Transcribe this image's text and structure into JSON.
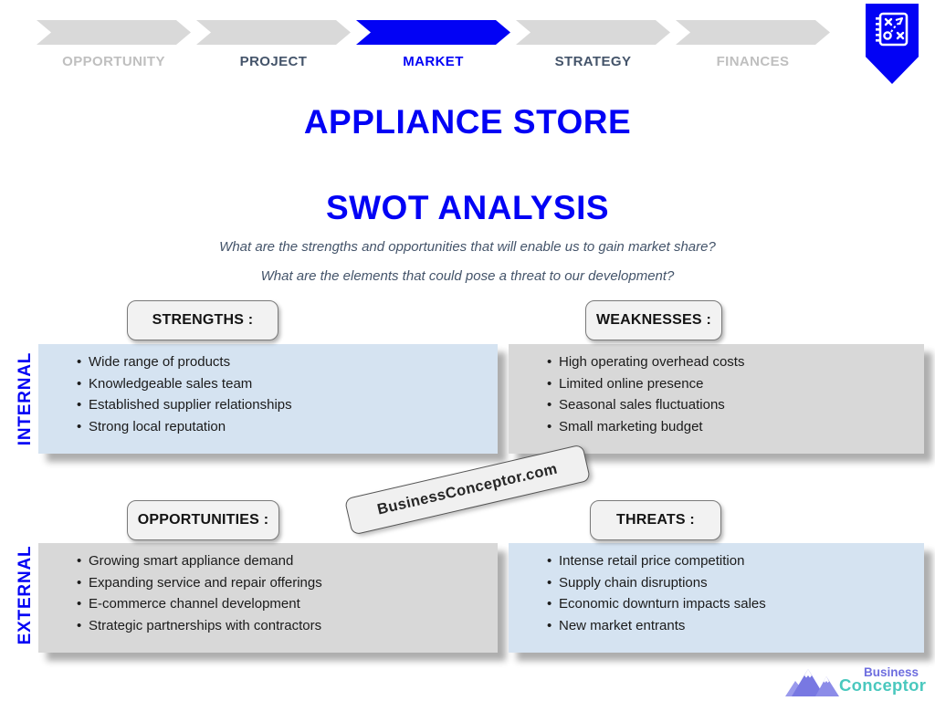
{
  "nav": {
    "steps": [
      {
        "label": "OPPORTUNITY",
        "tone": "muted",
        "chevron": "gray"
      },
      {
        "label": "PROJECT",
        "tone": "strong",
        "chevron": "gray"
      },
      {
        "label": "MARKET",
        "tone": "active",
        "chevron": "blue"
      },
      {
        "label": "STRATEGY",
        "tone": "strong",
        "chevron": "gray"
      },
      {
        "label": "FINANCES",
        "tone": "muted",
        "chevron": "gray"
      }
    ]
  },
  "badge": {
    "icon": "strategy-tactics-icon"
  },
  "header": {
    "title": "APPLIANCE STORE",
    "subtitle": "SWOT ANALYSIS",
    "questions": [
      "What are the strengths and opportunities that will enable us to gain market share?",
      "What are the elements that could pose a threat to our development?"
    ]
  },
  "axes": {
    "internal": "INTERNAL",
    "external": "EXTERNAL"
  },
  "quadrants": {
    "strengths": {
      "label": "STRENGTHS :",
      "items": [
        "Wide range of products",
        "Knowledgeable sales team",
        "Established supplier relationships",
        "Strong local reputation"
      ]
    },
    "weaknesses": {
      "label": "WEAKNESSES :",
      "items": [
        "High operating overhead costs",
        "Limited online presence",
        "Seasonal sales fluctuations",
        "Small marketing budget"
      ]
    },
    "opportunities": {
      "label": "OPPORTUNITIES :",
      "items": [
        "Growing smart appliance demand",
        "Expanding service and repair offerings",
        "E-commerce channel development",
        "Strategic partnerships with contractors"
      ]
    },
    "threats": {
      "label": "THREATS :",
      "items": [
        "Intense retail price competition",
        "Supply chain disruptions",
        "Economic downturn impacts sales",
        "New market entrants"
      ]
    }
  },
  "watermark": {
    "text": "BusinessConceptor.com"
  },
  "logo": {
    "line1": "Business",
    "line2": "Conceptor"
  },
  "colors": {
    "accent_blue": "#0202F5",
    "chevron_gray": "#D9D9D9",
    "box_blue": "#D5E3F1",
    "box_gray": "#D8D8D8",
    "muted_label": "#BFBFBF",
    "strong_label": "#44546A"
  }
}
